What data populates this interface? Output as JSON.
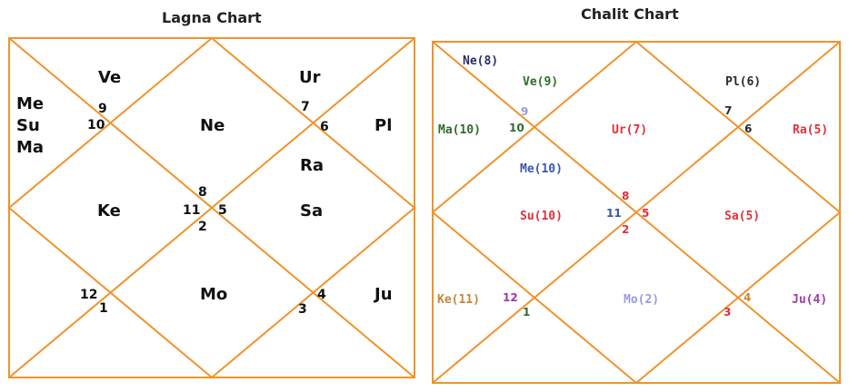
{
  "colors": {
    "grid": "#f0932b",
    "text": "#111111",
    "chalit_black": "#2a2a2a",
    "chalit_navy": "#2b2b6b",
    "chalit_green": "#2f6b2f",
    "chalit_red": "#e0303a",
    "chalit_blue": "#3a56a8",
    "chalit_orange": "#c8843a",
    "chalit_purple": "#a03aa8",
    "chalit_lavender": "#9a9ae0"
  },
  "lagna": {
    "title": "Lagna Chart",
    "planets": [
      "Ve",
      "Ur",
      "Me",
      "Su",
      "Ma",
      "Ne",
      "Pl",
      "Ra",
      "Sa",
      "Ke",
      "Mo",
      "Ju"
    ],
    "numbers": [
      "9",
      "10",
      "7",
      "6",
      "8",
      "11",
      "5",
      "2",
      "12",
      "1",
      "4",
      "3"
    ]
  },
  "chalit": {
    "title": "Chalit Chart",
    "planets": [
      "Ne(8)",
      "Ve(9)",
      "Pl(6)",
      "Ma(10)",
      "Ur(7)",
      "Ra(5)",
      "Me(10)",
      "Su(10)",
      "Sa(5)",
      "Ke(11)",
      "Mo(2)",
      "Ju(4)"
    ],
    "numbers": [
      "9",
      "10",
      "7",
      "6",
      "8",
      "11",
      "5",
      "2",
      "12",
      "1",
      "4",
      "3"
    ]
  }
}
